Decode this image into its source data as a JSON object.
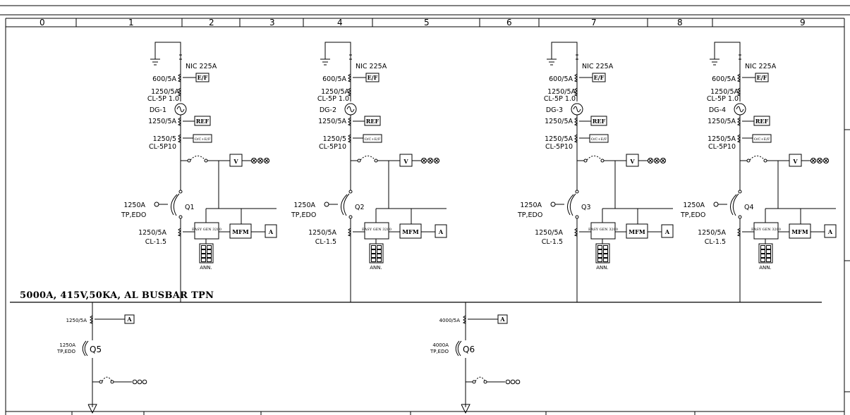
{
  "columns": [
    "0",
    "1",
    "2",
    "3",
    "4",
    "5",
    "6",
    "7",
    "8",
    "9"
  ],
  "busbar": {
    "label": "5000A, 415V,50KA, AL BUSBAR TPN"
  },
  "generators": [
    {
      "neutral_ct": "NIC  225A",
      "ef_ct": "600/5A",
      "ef_relay": "E/F",
      "diff_ct": "1250/5A",
      "diff_ct_class": "CL-5P 1.0",
      "gen_name": "DG-1",
      "ref_ct": "1250/5A",
      "ref_relay": "REF",
      "oc_ct": "1250/5",
      "oc_ct_class": "CL-5P10",
      "oc_relay": "O/C+E/F",
      "voltmeter": "V",
      "breaker_rating": "1250A",
      "breaker_type": "TP,EDO",
      "breaker_name": "Q1",
      "controller": "EASY GEN 3200",
      "meter": "MFM",
      "ammeter": "A",
      "meter_ct": "1250/5A",
      "meter_ct_class": "CL-1.5",
      "annunciator": "ANN."
    },
    {
      "neutral_ct": "NIC  225A",
      "ef_ct": "600/5A",
      "ef_relay": "E/F",
      "diff_ct": "1250/5A",
      "diff_ct_class": "CL-5P 1.0",
      "gen_name": "DG-2",
      "ref_ct": "1250/5A",
      "ref_relay": "REF",
      "oc_ct": "1250/5",
      "oc_ct_class": "CL-5P10",
      "oc_relay": "O/C+E/F",
      "voltmeter": "V",
      "breaker_rating": "1250A",
      "breaker_type": "TP,EDO",
      "breaker_name": "Q2",
      "controller": "EASY GEN 3200",
      "meter": "MFM",
      "ammeter": "A",
      "meter_ct": "1250/5A",
      "meter_ct_class": "CL-1.5",
      "annunciator": "ANN."
    },
    {
      "neutral_ct": "NIC  225A",
      "ef_ct": "600/5A",
      "ef_relay": "E/F",
      "diff_ct": "1250/5A",
      "diff_ct_class": "CL-5P 1.0",
      "gen_name": "DG-3",
      "ref_ct": "1250/5A",
      "ref_relay": "REF",
      "oc_ct": "1250/5A",
      "oc_ct_class": "CL-5P10",
      "oc_relay": "O/C+E/F",
      "voltmeter": "V",
      "breaker_rating": "1250A",
      "breaker_type": "TP,EDO",
      "breaker_name": "Q3",
      "controller": "EASY GEN 3200",
      "meter": "MFM",
      "ammeter": "A",
      "meter_ct": "1250/5A",
      "meter_ct_class": "CL-1.5",
      "annunciator": "ANN."
    },
    {
      "neutral_ct": "NIC  225A",
      "ef_ct": "600/5A",
      "ef_relay": "E/F",
      "diff_ct": "1250/5A",
      "diff_ct_class": "CL-5P 1.0",
      "gen_name": "DG-4",
      "ref_ct": "1250/5A",
      "ref_relay": "REF",
      "oc_ct": "1250/5A",
      "oc_ct_class": "CL-5P10",
      "oc_relay": "O/C+E/F",
      "voltmeter": "V",
      "breaker_rating": "1250A",
      "breaker_type": "TP,EDO",
      "breaker_name": "Q4",
      "controller": "EASY GEN 3200",
      "meter": "MFM",
      "ammeter": "A",
      "meter_ct": "1250/5A",
      "meter_ct_class": "CL-1.5",
      "annunciator": "ANN."
    }
  ],
  "outgoings": [
    {
      "ct": "1250/5A",
      "ammeter": "A",
      "breaker_rating": "1250A",
      "breaker_type": "TP,EDO",
      "breaker_name": "Q5"
    },
    {
      "ct": "4000/5A",
      "ammeter": "A",
      "breaker_rating": "4000A",
      "breaker_type": "TP,EDO",
      "breaker_name": "Q6"
    }
  ]
}
